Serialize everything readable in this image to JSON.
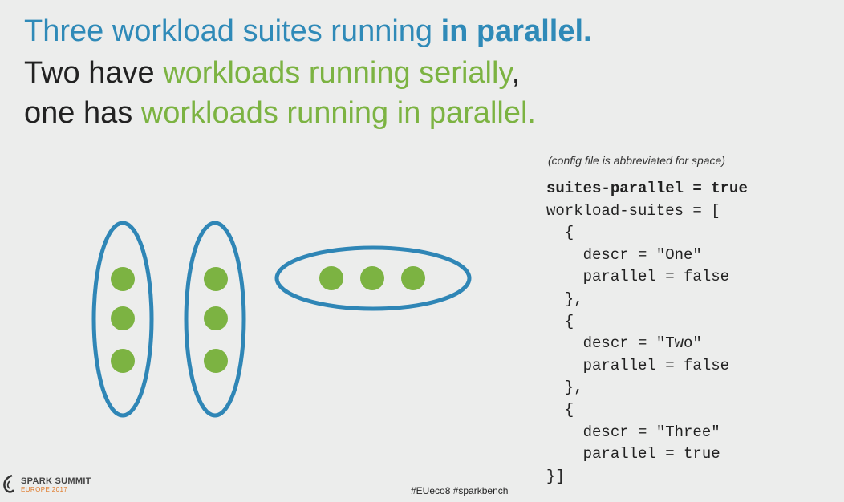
{
  "headline": {
    "line1_plain": "Three workload suites running ",
    "line1_bold": "in parallel.",
    "line2_plain": "Two have ",
    "line2_green": "workloads running serially",
    "line2_end": ",",
    "line3_plain": "one has ",
    "line3_green": "workloads running in parallel."
  },
  "colors": {
    "background": "#ecedec",
    "accent_blue": "#2f8ab8",
    "accent_green": "#7cb342",
    "text": "#222222"
  },
  "diagram": {
    "suites": [
      {
        "orientation": "vertical",
        "workload_count": 3
      },
      {
        "orientation": "vertical",
        "workload_count": 3
      },
      {
        "orientation": "horizontal",
        "workload_count": 3
      }
    ]
  },
  "config": {
    "note": "(config file is abbreviated for space)",
    "lines": [
      "suites-parallel = true",
      "workload-suites = [",
      "  {",
      "    descr = \"One\"",
      "    parallel = false",
      "  },",
      "  {",
      "    descr = \"Two\"",
      "    parallel = false",
      "  },",
      "  {",
      "    descr = \"Three\"",
      "    parallel = true",
      "}]"
    ]
  },
  "footer": {
    "logo_name": "SPARK SUMMIT",
    "logo_sub": "EUROPE 2017",
    "hashtags": "#EUeco8  #sparkbench"
  }
}
